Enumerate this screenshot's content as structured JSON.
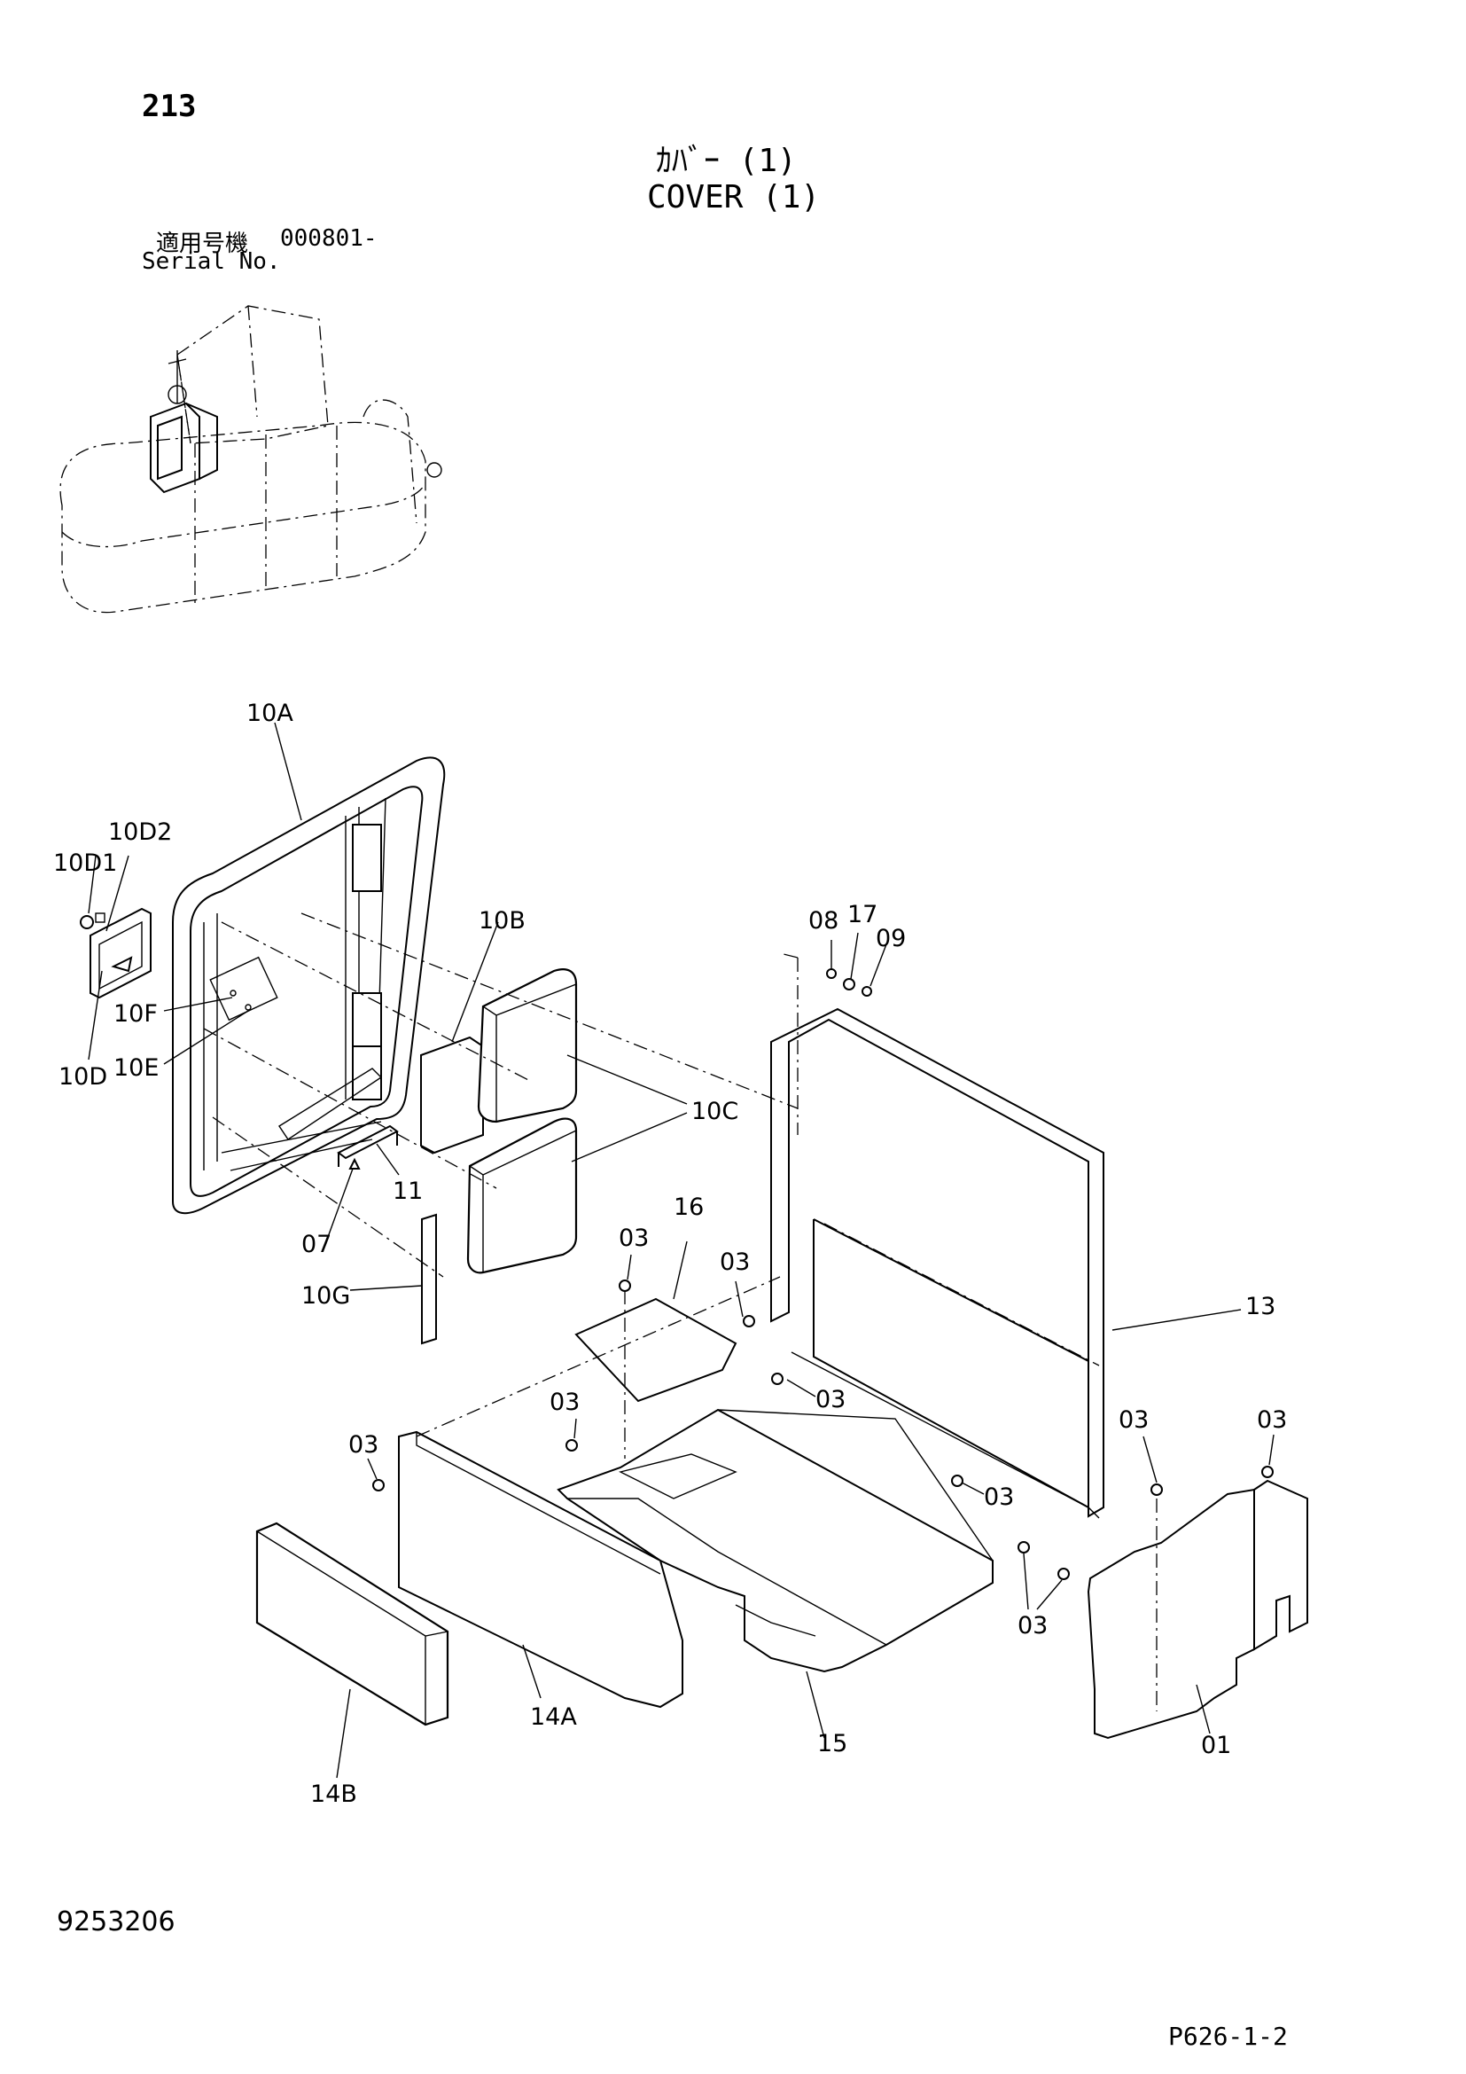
{
  "header": {
    "page_number": "213",
    "title_jp": "ｶﾊﾞｰ (1)",
    "title_en": "COVER (1)",
    "serial_label_jp": "適用号機",
    "serial_value": "000801-",
    "serial_label_en": "Serial No."
  },
  "footer": {
    "document_number": "9253206",
    "page_code": "P626-1-2"
  },
  "callouts": {
    "c10A": "10A",
    "c10D2": "10D2",
    "c10D1": "10D1",
    "c10B": "10B",
    "c10F": "10F",
    "c10E": "10E",
    "c10D": "10D",
    "c10C": "10C",
    "c11": "11",
    "c07": "07",
    "c10G": "10G",
    "c08": "08",
    "c17": "17",
    "c09": "09",
    "c16": "16",
    "c03a": "03",
    "c03b": "03",
    "c03c": "03",
    "c03d": "03",
    "c03e": "03",
    "c03f": "03",
    "c03g": "03",
    "c03h": "03",
    "c03i": "03",
    "c13": "13",
    "c14A": "14A",
    "c14B": "14B",
    "c15": "15",
    "c01": "01"
  }
}
